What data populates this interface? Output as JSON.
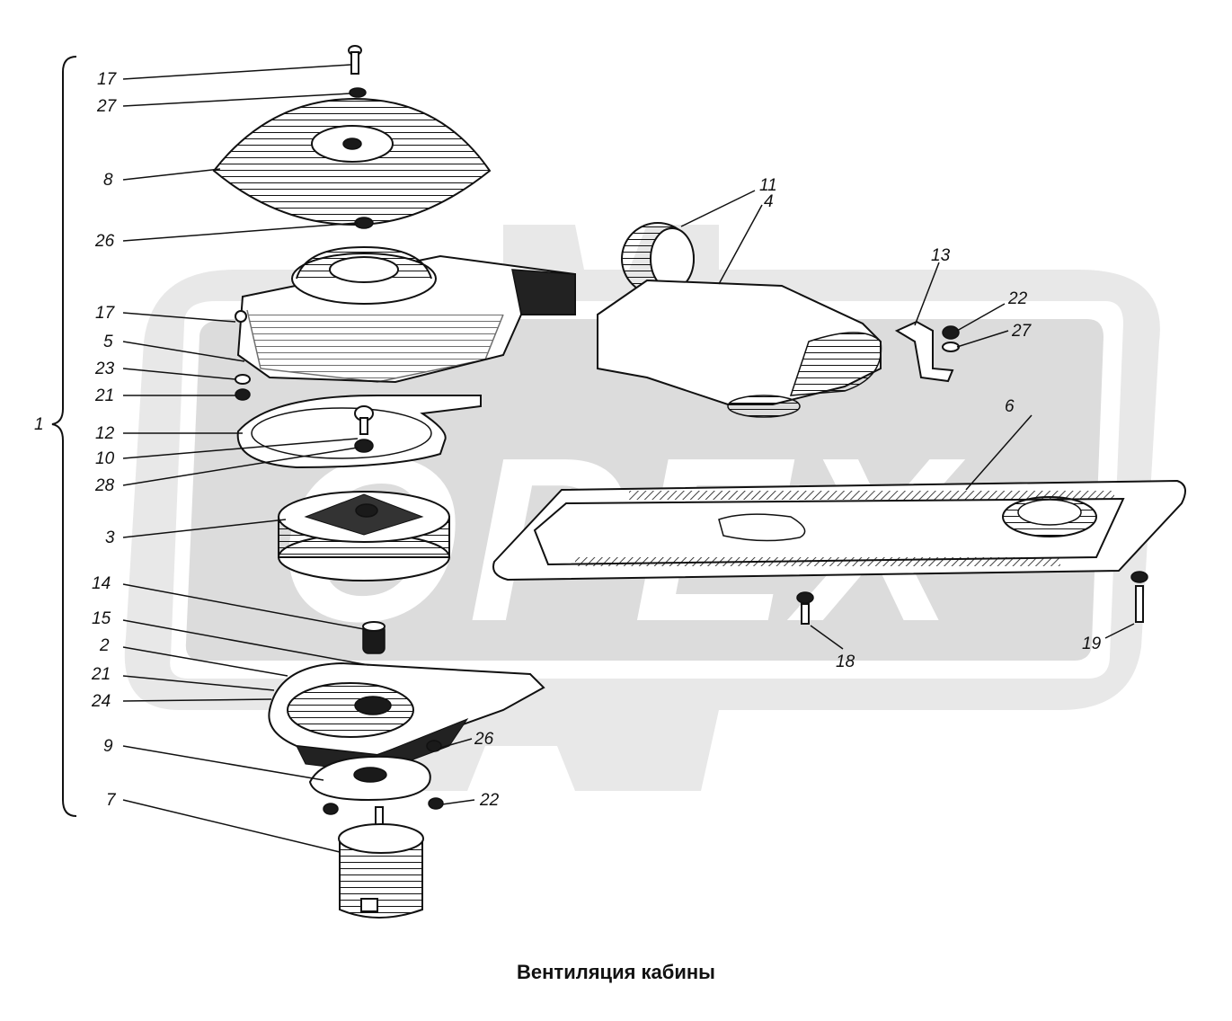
{
  "caption": "Вентиляция кабины",
  "watermark": "ОРЕХ",
  "colors": {
    "ink": "#111111",
    "watermark": "#d9d9d9",
    "background": "#ffffff"
  },
  "callouts": {
    "c1": "1",
    "c17a": "17",
    "c27a": "27",
    "c8": "8",
    "c26a": "26",
    "c17b": "17",
    "c5": "5",
    "c23": "23",
    "c21a": "21",
    "c12": "12",
    "c10": "10",
    "c28": "28",
    "c3": "3",
    "c14": "14",
    "c15": "15",
    "c2": "2",
    "c21b": "21",
    "c24": "24",
    "c9": "9",
    "c7": "7",
    "c26b": "26",
    "c22b": "22",
    "c11": "11",
    "c4": "4",
    "c13": "13",
    "c22a": "22",
    "c27b": "27",
    "c6": "6",
    "c18": "18",
    "c19": "19"
  }
}
